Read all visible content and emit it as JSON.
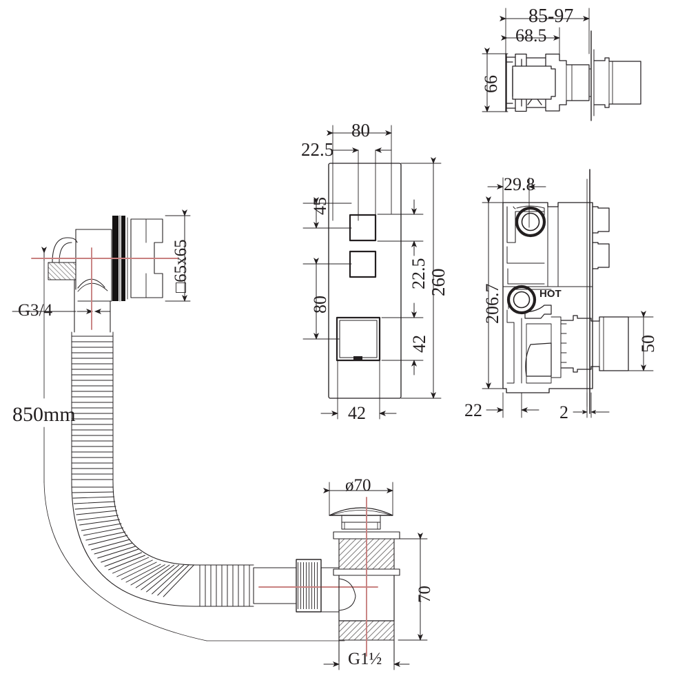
{
  "drawing": {
    "title": "Bath Filler Overflow Waste & Concealed Thermostatic Valve - Dimensioned Technical Drawing",
    "line_color": "#231f20",
    "centerline_color": "#c8807f",
    "background": "#ffffff",
    "units_note": "mm"
  },
  "views": {
    "overflow_waste": {
      "name": "Overflow filler & flexible hose assembly",
      "labels": {
        "hose_length": "850mm",
        "thread_inlet": "G3/4",
        "face_plate": "□65x65"
      }
    },
    "control_panel_front": {
      "name": "Concealed valve front plate",
      "labels": {
        "plate_width": "80",
        "left_offset": "22.5",
        "top_button_offset": "45",
        "lower_button_offset": "80",
        "plate_height": "260",
        "upper_gap": "22.5",
        "outlet_square": "42",
        "bottom_width": "42"
      }
    },
    "valve_top": {
      "name": "Valve body top / plan view",
      "labels": {
        "overall_depth": "85-97",
        "body_depth": "68.5",
        "body_height": "66"
      }
    },
    "valve_side": {
      "name": "Valve body side section view",
      "labels": {
        "inlet_offset": "29.8",
        "body_length": "206.7",
        "spout_height": "50",
        "back_offset": "22",
        "plate_thickness": "2",
        "hot_marker": "HOT"
      }
    },
    "waste_trap": {
      "name": "Click-clack waste & trap",
      "labels": {
        "cap_diameter": "ø70",
        "body_height": "70",
        "outlet_thread": "G1½"
      }
    }
  }
}
